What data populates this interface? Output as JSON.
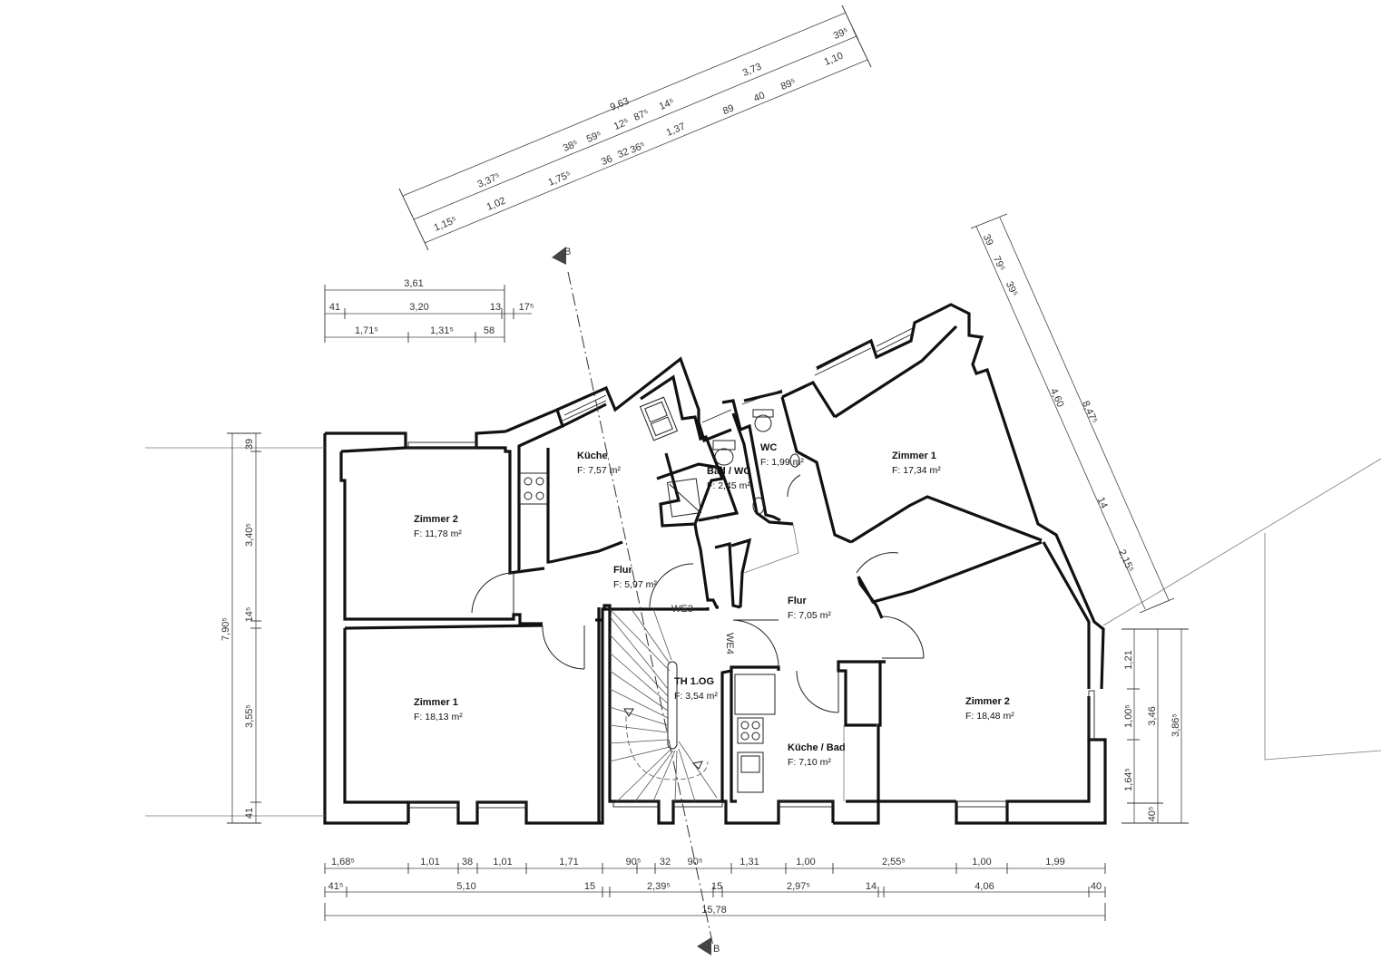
{
  "rooms": {
    "zimmer2_left": {
      "name": "Zimmer 2",
      "area": "F: 11,78 m²"
    },
    "kueche": {
      "name": "Küche",
      "area": "F: 7,57 m²"
    },
    "bad_wc": {
      "name": "Bad / WC",
      "area": "F: 2,45 m²"
    },
    "wc": {
      "name": "WC",
      "area": "F: 1,99 m²"
    },
    "zimmer1_right": {
      "name": "Zimmer 1",
      "area": "F: 17,34 m²"
    },
    "flur_left": {
      "name": "Flur",
      "area": "F: 5,97 m²"
    },
    "flur_right": {
      "name": "Flur",
      "area": "F: 7,05 m²"
    },
    "zimmer1_left": {
      "name": "Zimmer 1",
      "area": "F: 18,13 m²"
    },
    "th": {
      "name": "TH 1.OG",
      "area": "F: 3,54 m²"
    },
    "kueche_bad": {
      "name": "Küche / Bad",
      "area": "F:     7,10 m²"
    },
    "zimmer2_right": {
      "name": "Zimmer 2",
      "area": "F: 18,48 m²"
    }
  },
  "unit_labels": {
    "we3": "WE3",
    "we4": "WE4"
  },
  "section_marker": {
    "top": "B",
    "bottom": "B"
  },
  "dimensions": {
    "bottom_row1": [
      "1,68⁵",
      "1,01",
      "38",
      "1,01",
      "1,71",
      "90⁵",
      "32",
      "90⁵",
      "1,31",
      "1,00",
      "2,55⁵",
      "1,00",
      "1,99"
    ],
    "bottom_row2": [
      "41⁵",
      "5,10",
      "15",
      "2,39⁵",
      "15",
      "2,97⁵",
      "14",
      "4,06",
      "40"
    ],
    "bottom_total": "15,78",
    "left_row1": [
      "39",
      "3,40⁵",
      "14⁵",
      "3,55⁵",
      "41"
    ],
    "left_total": "7,90⁵",
    "right_row1": [
      "1,21",
      "1,00⁵",
      "1,64⁵",
      "40⁵"
    ],
    "right_row2": "3,46",
    "right_total": "3,86⁵",
    "top_left_total": "3,61",
    "top_left_row2": [
      "41",
      "3,20",
      "13",
      "17⁵"
    ],
    "top_left_row3": [
      "1,71⁵",
      "1,31⁵",
      "58"
    ],
    "diag_total": "9,63",
    "diag_total_right": "39⁵",
    "diag_row2": [
      "3,37⁵",
      "38⁵",
      "59⁵",
      "12⁵",
      "87⁵",
      "14⁵",
      "3,73"
    ],
    "diag_row2_right": "1,10",
    "diag_row3": [
      "1,15⁵",
      "1,02",
      "1,75⁵",
      "36",
      "32",
      "36⁵",
      "1,37",
      "89",
      "40",
      "89⁵"
    ],
    "right_diag_total": "8,47⁵",
    "right_diag_inner": [
      "39",
      "79⁵",
      "39⁵",
      "4,60",
      "14",
      "2,15⁵"
    ]
  }
}
